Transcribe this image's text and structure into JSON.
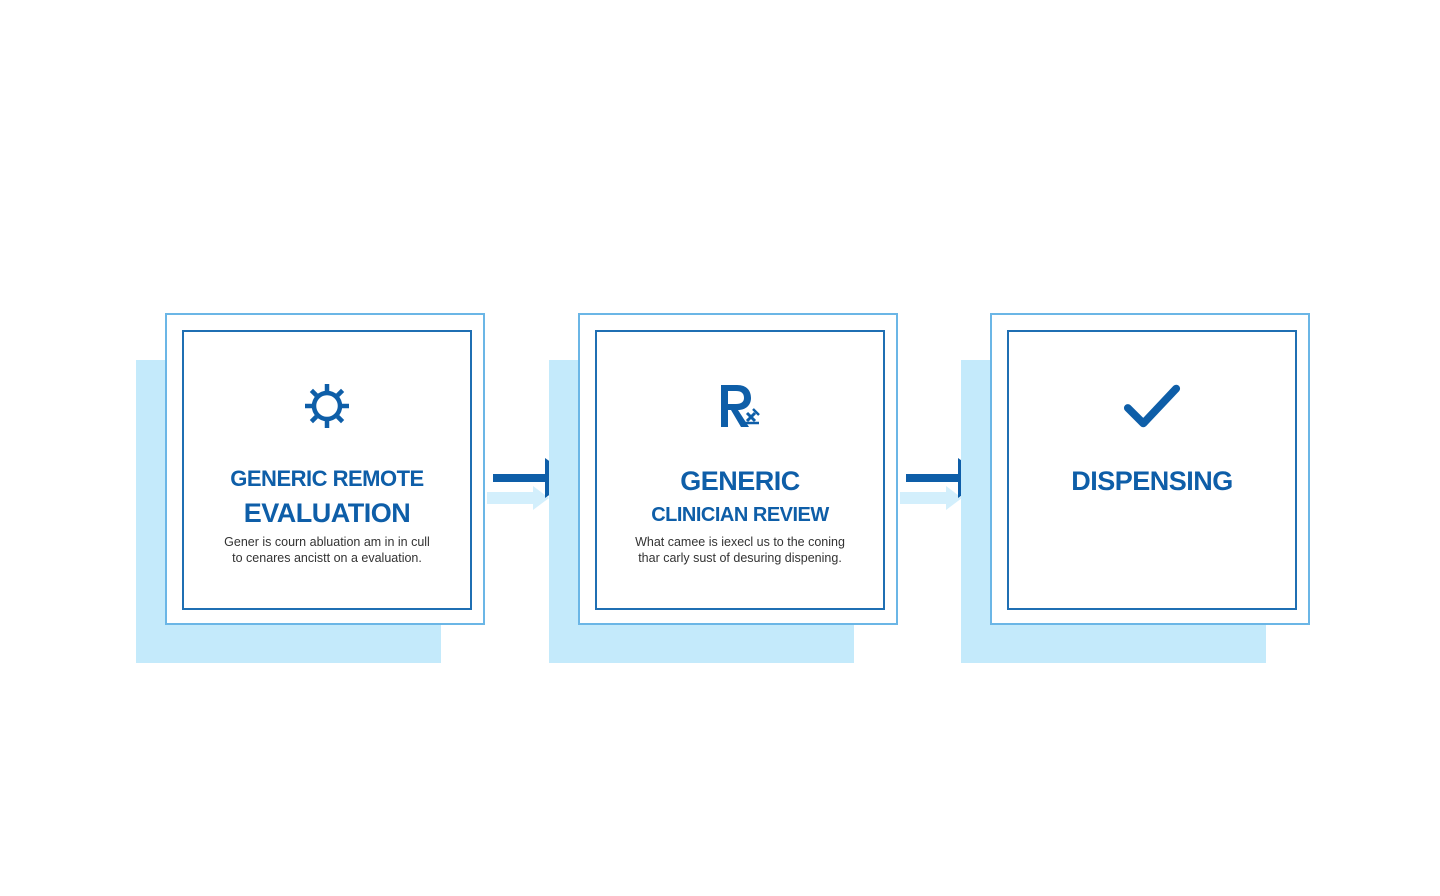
{
  "colors": {
    "primary": "#0e5ea8",
    "outer_border": "#6bb6e6",
    "shadow": "#c4eafb",
    "arrow_dark": "#0e5ea8",
    "arrow_light": "#d3effc"
  },
  "steps": [
    {
      "icon": "gear-icon",
      "title_line1": "GENERIC REMOTE",
      "title_line2": "EVALUATION",
      "desc_line1": "Gener is courn abluation am in in cull",
      "desc_line2": "to cenares ancistt on a evaluation."
    },
    {
      "icon": "rx-icon",
      "title_line1": "GENERIC",
      "title_line2": "CLINICIAN REVIEW",
      "desc_line1": "What camee is iexecl us to the coning",
      "desc_line2": "thar carly sust of desuring dispening."
    },
    {
      "icon": "checkmark-icon",
      "title_line1": "DISPENSING"
    }
  ]
}
